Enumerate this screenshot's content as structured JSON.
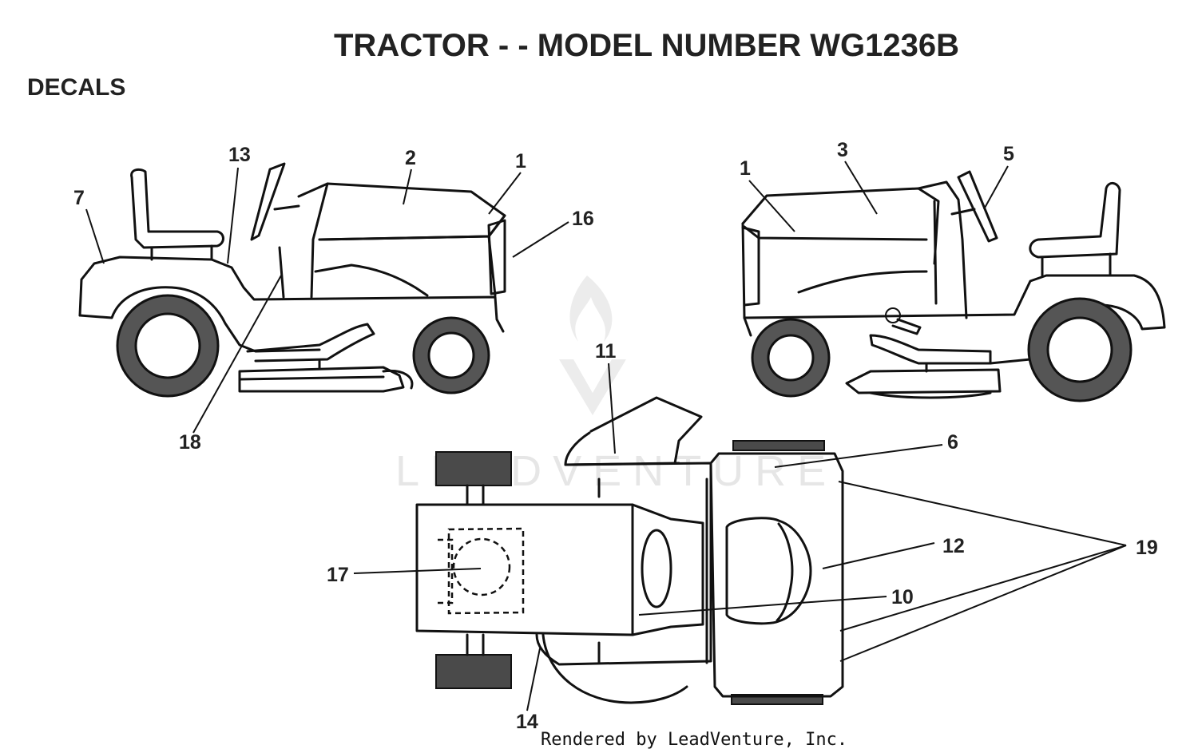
{
  "title": "TRACTOR - - MODEL NUMBER WG1236B",
  "section": "DECALS",
  "footer": "Rendered by LeadVenture, Inc.",
  "watermark": "LEADVENTURE",
  "callouts": {
    "c7": "7",
    "c13": "13",
    "c2": "2",
    "c1a": "1",
    "c16": "16",
    "c18": "18",
    "c1b": "1",
    "c3": "3",
    "c5": "5",
    "c11": "11",
    "c6": "6",
    "c19": "19",
    "c12": "12",
    "c17": "17",
    "c10": "10",
    "c14": "14"
  }
}
